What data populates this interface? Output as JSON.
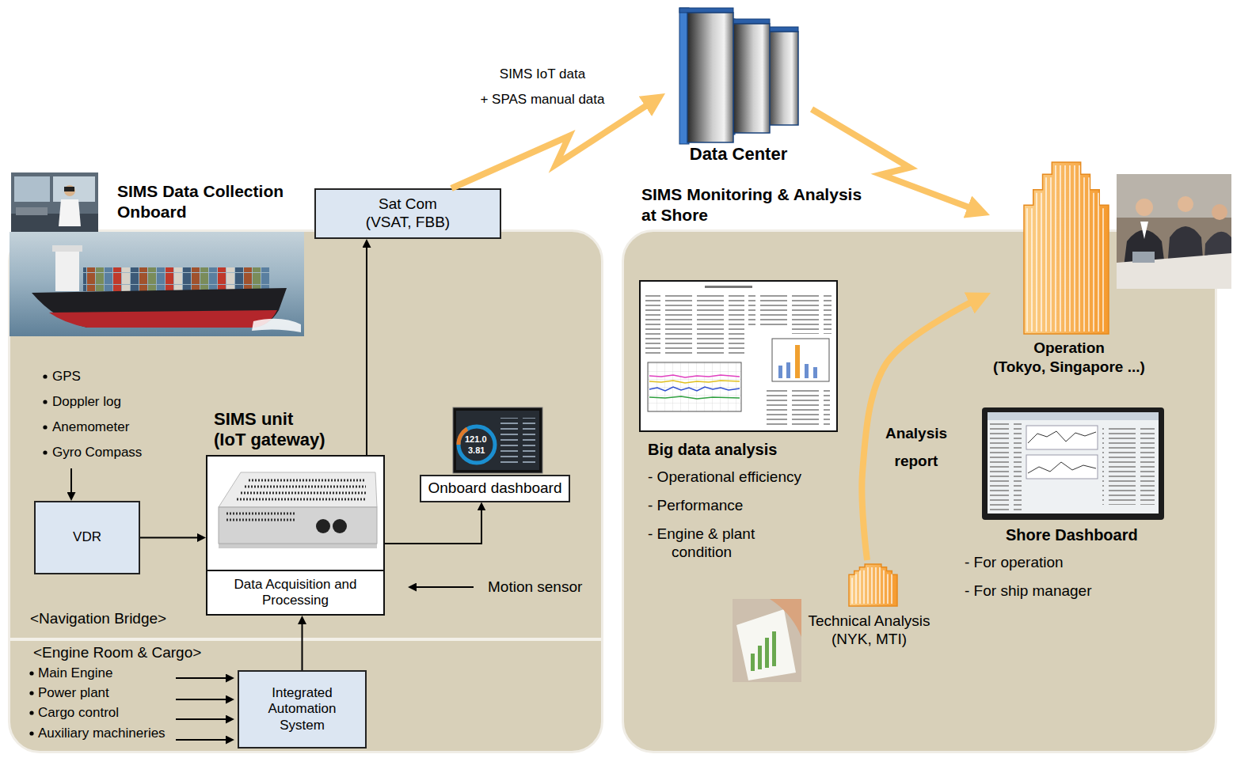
{
  "diagram": {
    "nodes": [
      {
        "text": [
          "SIMS Data Collection Onboard"
        ]
      },
      {
        "text": [
          "Sat Com (VSAT, FBB)"
        ]
      },
      {
        "text": [
          "SIMS unit (IoT gateway)",
          "Data Acquisition and Processing"
        ],
        "in": 0
      },
      {
        "text": [
          "Onboard dashboard"
        ],
        "in": 0
      },
      {
        "text": [
          "VDR"
        ],
        "in": 0
      },
      {
        "text": [
          "Integrated Automation System"
        ],
        "in": 0
      },
      {
        "text": [
          "Data Center"
        ]
      },
      {
        "text": [
          "SIMS Monitoring & Analysis at Shore"
        ]
      },
      {
        "text": [
          "Operation (Tokyo, Singapore ...)"
        ],
        "in": 7
      },
      {
        "text": [
          "Technical Analysis (NYK, MTI)"
        ],
        "in": 7
      }
    ],
    "edges": [
      {
        "from": 4,
        "to": 2,
        "arrow": "to"
      },
      {
        "from": 5,
        "to": 2,
        "arrow": "to"
      },
      {
        "from": 2,
        "to": 3,
        "arrow": "to"
      },
      {
        "from": 2,
        "to": 1,
        "arrow": "to"
      },
      {
        "from": 1,
        "to": 6,
        "label": "SIMS IoT data + SPAS manual data",
        "arrow": "to"
      },
      {
        "from": 6,
        "to": 8,
        "arrow": "to"
      },
      {
        "from": 9,
        "to": 8,
        "label": "Analysis report",
        "arrow": "to"
      }
    ],
    "labels": [
      "<Navigation Bridge>",
      "<Engine Room & Cargo>",
      "GPS",
      "Doppler log",
      "Anemometer",
      "Gyro Compass",
      "Motion sensor",
      "Main Engine",
      "Power plant",
      "Cargo control",
      "Auxiliary machineries",
      "121.0",
      "3.81",
      "Big data analysis",
      "- Operational efficiency",
      "- Performance",
      "- Engine & plant condition",
      "Shore Dashboard",
      "- For operation",
      "- For ship manager"
    ]
  }
}
